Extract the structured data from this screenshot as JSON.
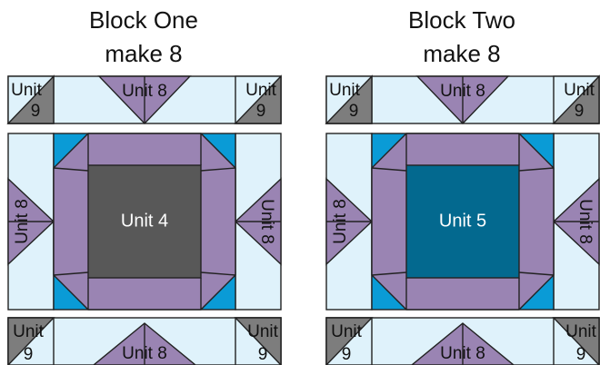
{
  "colors": {
    "background": "#dff2fb",
    "purple": "#9a84b3",
    "dark_purple": "#8a73a6",
    "blue_corner": "#0a9bd6",
    "gray": "#7d7d7d",
    "stroke": "#222222",
    "block_one_center": "#585858",
    "block_two_center": "#03698f"
  },
  "blocks": [
    {
      "title_line1": "Block One",
      "title_line2": "make 8",
      "center_label": "Unit 4",
      "unit8_label": "Unit 8",
      "unit9_line1": "Unit",
      "unit9_line2": "9"
    },
    {
      "title_line1": "Block Two",
      "title_line2": "make 8",
      "center_label": "Unit 5",
      "unit8_label": "Unit 8",
      "unit9_line1": "Unit",
      "unit9_line2": "9"
    }
  ]
}
